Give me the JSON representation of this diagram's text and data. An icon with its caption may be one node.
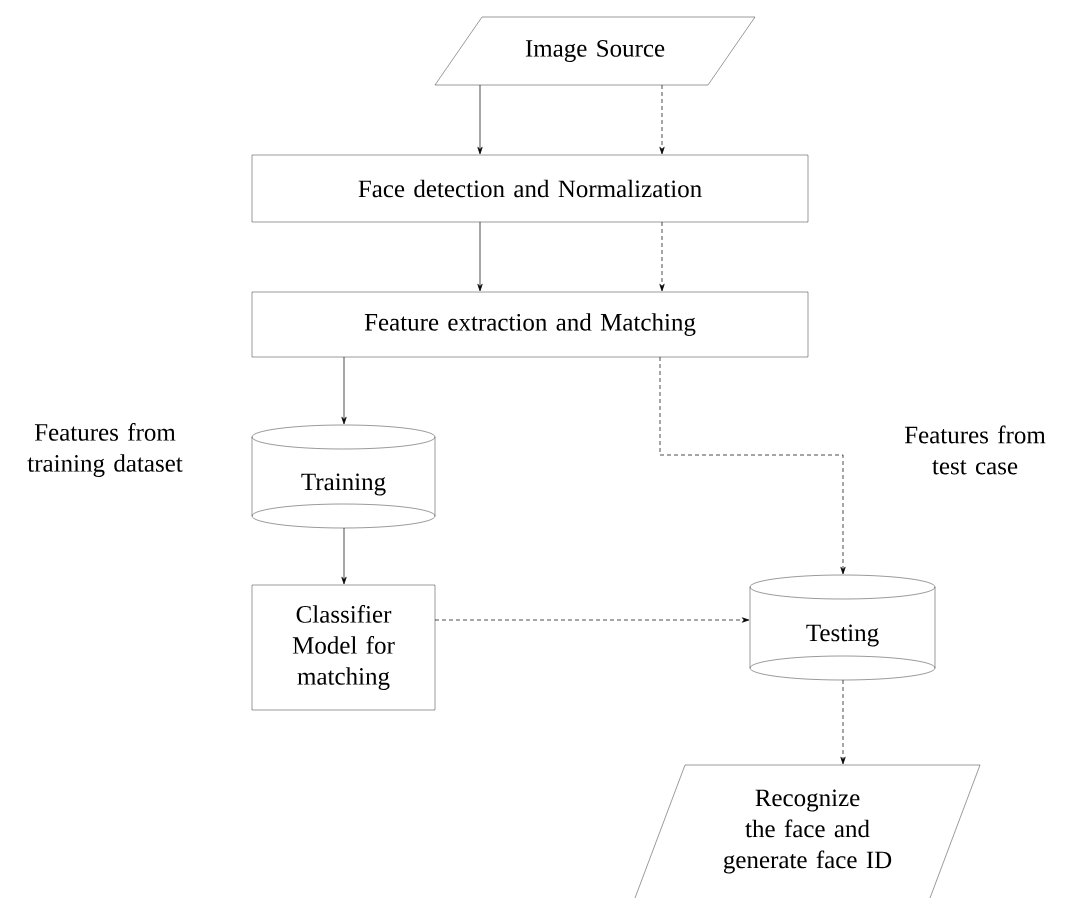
{
  "diagram": {
    "nodes": [
      {
        "text": [
          "Image Source"
        ]
      },
      {
        "text": [
          "Face detection and Normalization"
        ]
      },
      {
        "text": [
          "Feature extraction and Matching"
        ]
      },
      {
        "text": [
          "Training"
        ]
      },
      {
        "text": [
          "Classifier Model for matching"
        ]
      },
      {
        "text": [
          "Testing"
        ]
      },
      {
        "text": [
          "Recognize the face and generate face ID"
        ]
      }
    ],
    "edges": [
      {
        "from": 0,
        "to": 1,
        "arrow": "to"
      },
      {
        "from": 0,
        "to": 1,
        "arrow": "to",
        "style": "dashed"
      },
      {
        "from": 1,
        "to": 2,
        "arrow": "to"
      },
      {
        "from": 1,
        "to": 2,
        "arrow": "to",
        "style": "dashed"
      },
      {
        "from": 2,
        "to": 3,
        "arrow": "to"
      },
      {
        "from": 2,
        "to": 5,
        "arrow": "to",
        "style": "dashed"
      },
      {
        "from": 3,
        "to": 4,
        "arrow": "to"
      },
      {
        "from": 4,
        "to": 5,
        "arrow": "to",
        "style": "dashed"
      },
      {
        "from": 5,
        "to": 6,
        "arrow": "to",
        "style": "dashed"
      }
    ],
    "labels": [
      "Features from training dataset",
      "Features from test case"
    ]
  }
}
